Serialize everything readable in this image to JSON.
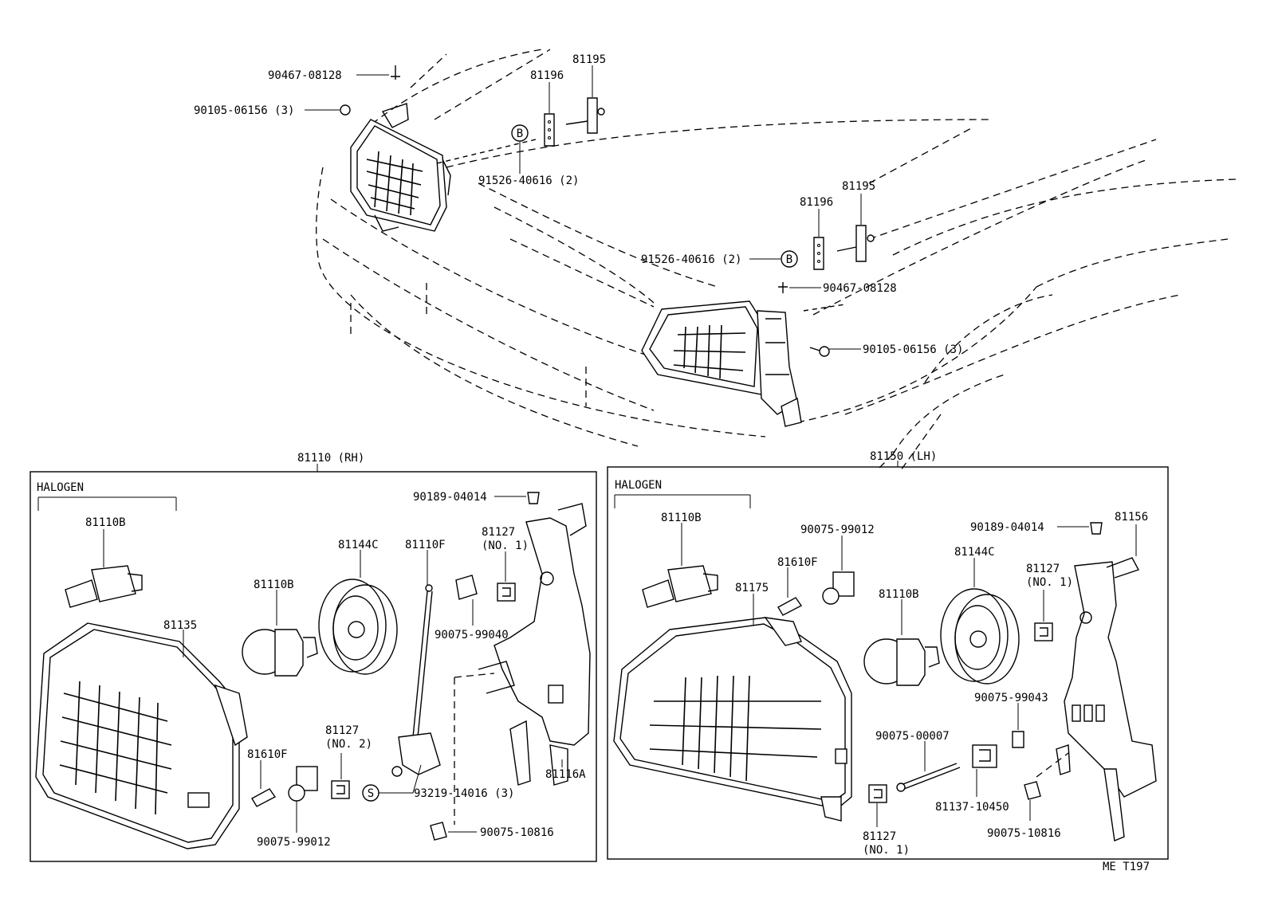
{
  "labels": {
    "top_90467_a": "90467-08128",
    "top_90105_a": "90105-06156 (3)",
    "top_81196_a": "81196",
    "top_81195_a": "81195",
    "top_91526_a": "91526-40616 (2)",
    "top_81195_b": "81195",
    "top_81196_b": "81196",
    "top_91526_b": "91526-40616 (2)",
    "top_90467_b": "90467-08128",
    "top_90105_b": "90105-06156 (3)",
    "circle_b": "B",
    "circle_s": "S"
  },
  "rh": {
    "title": "81110 (RH)",
    "halogen": "HALOGEN",
    "p81110B_a": "81110B",
    "p81135": "81135",
    "p81110B_b": "81110B",
    "p81144C": "81144C",
    "p81110F": "81110F",
    "p81127_no1": "81127",
    "p81127_no1_sub": "(NO. 1)",
    "p90189": "90189-04014",
    "p90075_99040": "90075-99040",
    "p81610F": "81610F",
    "p81127_no2": "81127",
    "p81127_no2_sub": "(NO. 2)",
    "p90075_99012": "90075-99012",
    "p93219": "93219-14016 (3)",
    "p81116A": "81116A",
    "p90075_10816": "90075-10816"
  },
  "lh": {
    "title": "81150 (LH)",
    "halogen": "HALOGEN",
    "p81110B_a": "81110B",
    "p90075_99012": "90075-99012",
    "p81610F": "81610F",
    "p81175": "81175",
    "p81110B_b": "81110B",
    "p81144C": "81144C",
    "p90189": "90189-04014",
    "p81156": "81156",
    "p81127_a": "81127",
    "p81127_a_sub": "(NO. 1)",
    "p90075_99043": "90075-99043",
    "p90075_00007": "90075-00007",
    "p81137": "81137-10450",
    "p81127_b": "81127",
    "p81127_b_sub": "(NO. 1)",
    "p90075_10816": "90075-10816"
  },
  "code": "ME  T197"
}
